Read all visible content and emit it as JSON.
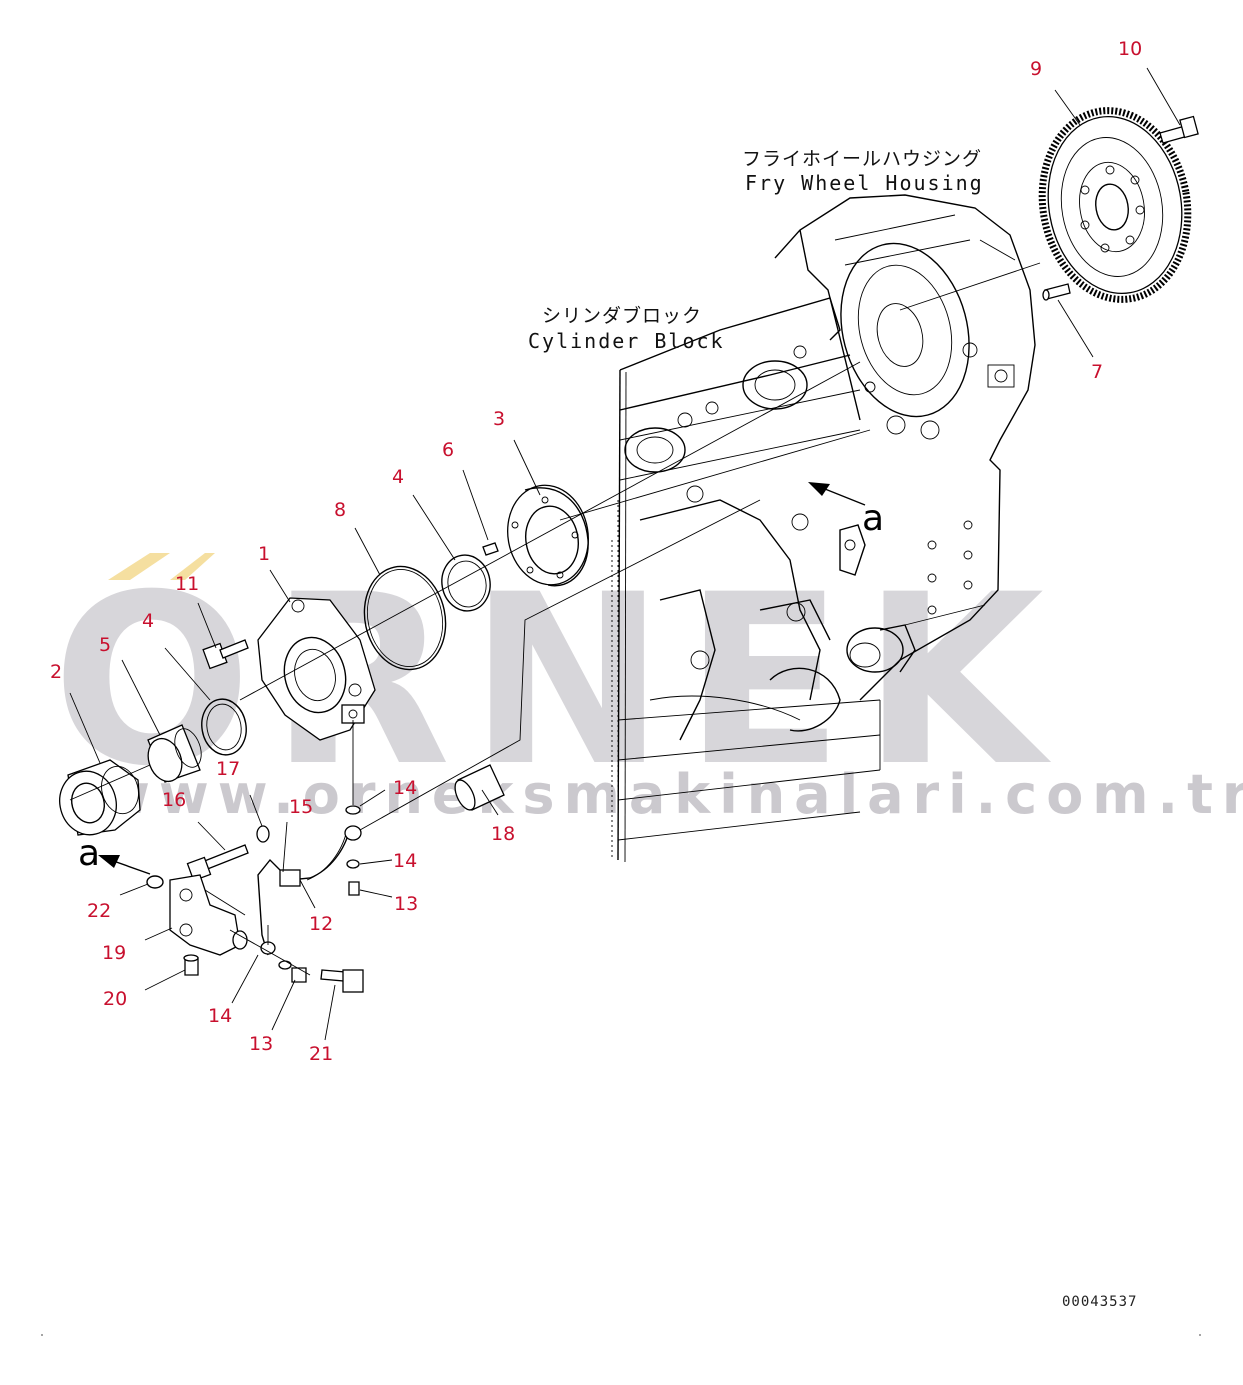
{
  "captions": {
    "flywheel_housing_jp": "フライホイールハウジング",
    "flywheel_housing_en": "Fry Wheel Housing",
    "cylinder_block_jp": "シリンダブロック",
    "cylinder_block_en": "Cylinder Block"
  },
  "view_marker": "a",
  "drawing_number": "00043537",
  "watermark": {
    "brand": "ORNEK",
    "url": "www.orneksmakinalari.com.tr",
    "accent_color": "#f5dfa0"
  },
  "callouts": [
    {
      "id": "c1",
      "label": "1"
    },
    {
      "id": "c2",
      "label": "2"
    },
    {
      "id": "c3",
      "label": "3"
    },
    {
      "id": "c4a",
      "label": "4"
    },
    {
      "id": "c4b",
      "label": "4"
    },
    {
      "id": "c5",
      "label": "5"
    },
    {
      "id": "c6",
      "label": "6"
    },
    {
      "id": "c7",
      "label": "7"
    },
    {
      "id": "c8",
      "label": "8"
    },
    {
      "id": "c9",
      "label": "9"
    },
    {
      "id": "c10",
      "label": "10"
    },
    {
      "id": "c11",
      "label": "11"
    },
    {
      "id": "c12",
      "label": "12"
    },
    {
      "id": "c13a",
      "label": "13"
    },
    {
      "id": "c13b",
      "label": "13"
    },
    {
      "id": "c14a",
      "label": "14"
    },
    {
      "id": "c14b",
      "label": "14"
    },
    {
      "id": "c14c",
      "label": "14"
    },
    {
      "id": "c15",
      "label": "15"
    },
    {
      "id": "c16",
      "label": "16"
    },
    {
      "id": "c17",
      "label": "17"
    },
    {
      "id": "c18",
      "label": "18"
    },
    {
      "id": "c19",
      "label": "19"
    },
    {
      "id": "c20",
      "label": "20"
    },
    {
      "id": "c21",
      "label": "21"
    },
    {
      "id": "c22",
      "label": "22"
    }
  ],
  "colors": {
    "callout": "#c8102e",
    "line": "#000000",
    "watermark": "#c9c7cc"
  }
}
